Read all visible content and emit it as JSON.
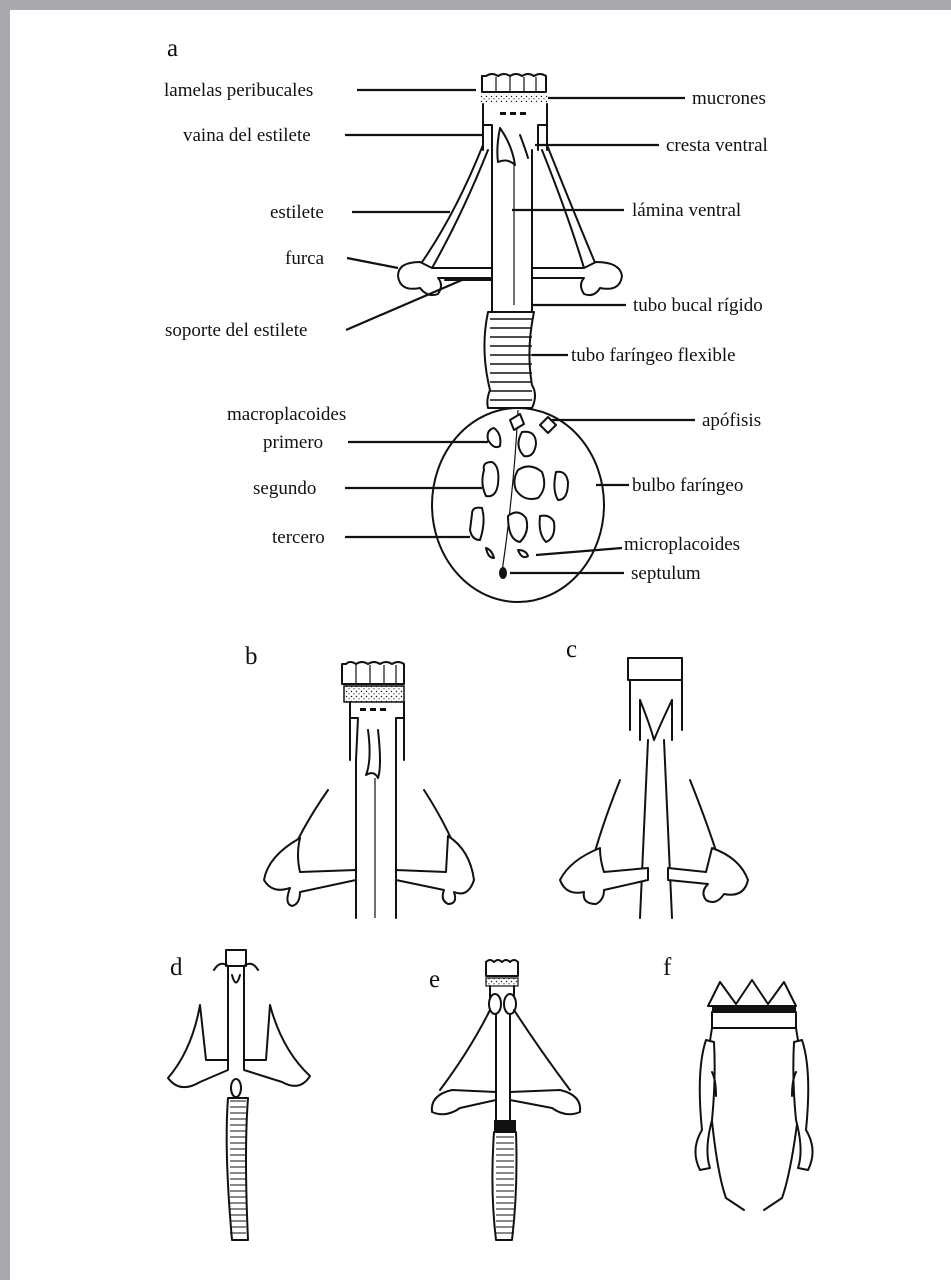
{
  "panels": {
    "a": "a",
    "b": "b",
    "c": "c",
    "d": "d",
    "e": "e",
    "f": "f"
  },
  "labels_left": {
    "lamelas_peribucales": "lamelas peribucales",
    "vaina_del_estilete": "vaina del estilete",
    "estilete": "estilete",
    "furca": "furca",
    "soporte_del_estilete": "soporte del estilete",
    "macroplacoides": "macroplacoides",
    "primero": "primero",
    "segundo": "segundo",
    "tercero": "tercero"
  },
  "labels_right": {
    "mucrones": "mucrones",
    "cresta_ventral": "cresta ventral",
    "lamina_ventral": "lámina ventral",
    "tubo_bucal_rigido": "tubo bucal rígido",
    "tubo_faringeo_flexible": "tubo faríngeo flexible",
    "apofisis": "apófisis",
    "bulbo_faringeo": "bulbo faríngeo",
    "microplacoides": "microplacoides",
    "septulum": "septulum"
  },
  "colors": {
    "frame": "#a7a9ac",
    "ink": "#111111",
    "background": "#ffffff"
  }
}
